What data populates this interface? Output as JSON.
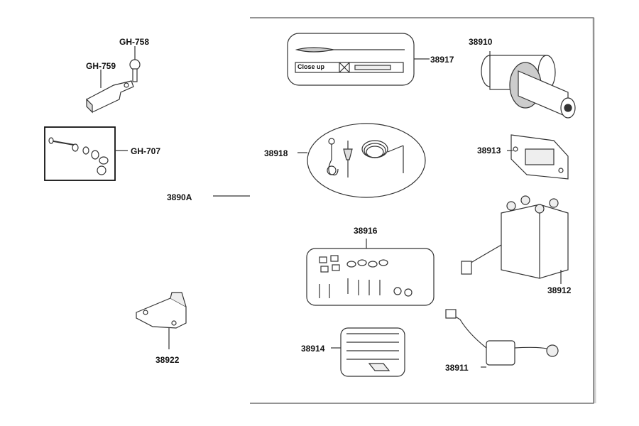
{
  "labels": {
    "gh758": "GH-758",
    "gh759": "GH-759",
    "gh707": "GH-707",
    "assembly": "3890A",
    "p38922": "38922",
    "p38917": "38917",
    "p38910": "38910",
    "p38918": "38918",
    "p38913": "38913",
    "p38916": "38916",
    "p38912": "38912",
    "p38914": "38914",
    "p38911": "38911"
  },
  "strap_text": {
    "left": "Close up",
    "right": ""
  },
  "colors": {
    "line": "#333333",
    "fill": "#ffffff",
    "shade": "#d9d9d9",
    "text": "#111111"
  }
}
